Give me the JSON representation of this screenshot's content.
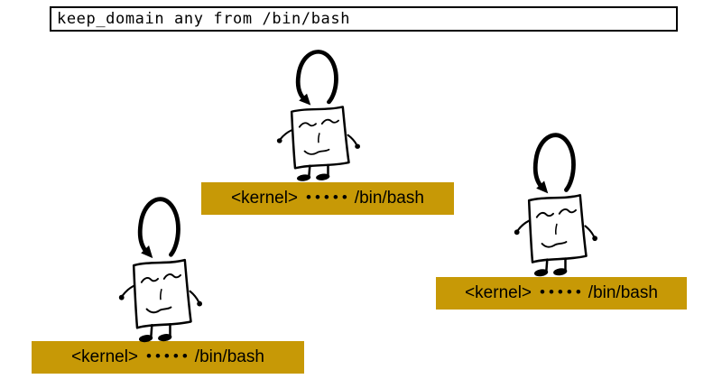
{
  "policy_box": {
    "text": "keep_domain any from /bin/bash"
  },
  "process_nodes": [
    {
      "position": "top-center",
      "label": {
        "prefix": "<kernel>",
        "dots": "•••••",
        "suffix": "/bin/bash"
      }
    },
    {
      "position": "bottom-left",
      "label": {
        "prefix": "<kernel>",
        "dots": "•••••",
        "suffix": "/bin/bash"
      }
    },
    {
      "position": "middle-right",
      "label": {
        "prefix": "<kernel>",
        "dots": "•••••",
        "suffix": "/bin/bash"
      }
    }
  ],
  "icons": {
    "self_loop": "self-transition-arrow",
    "figure": "doodle-box-process-figure"
  },
  "colors": {
    "label_background": "#C79906",
    "label_text": "#000000",
    "sketch_ink": "#000000",
    "page_background": "#FFFFFF"
  }
}
